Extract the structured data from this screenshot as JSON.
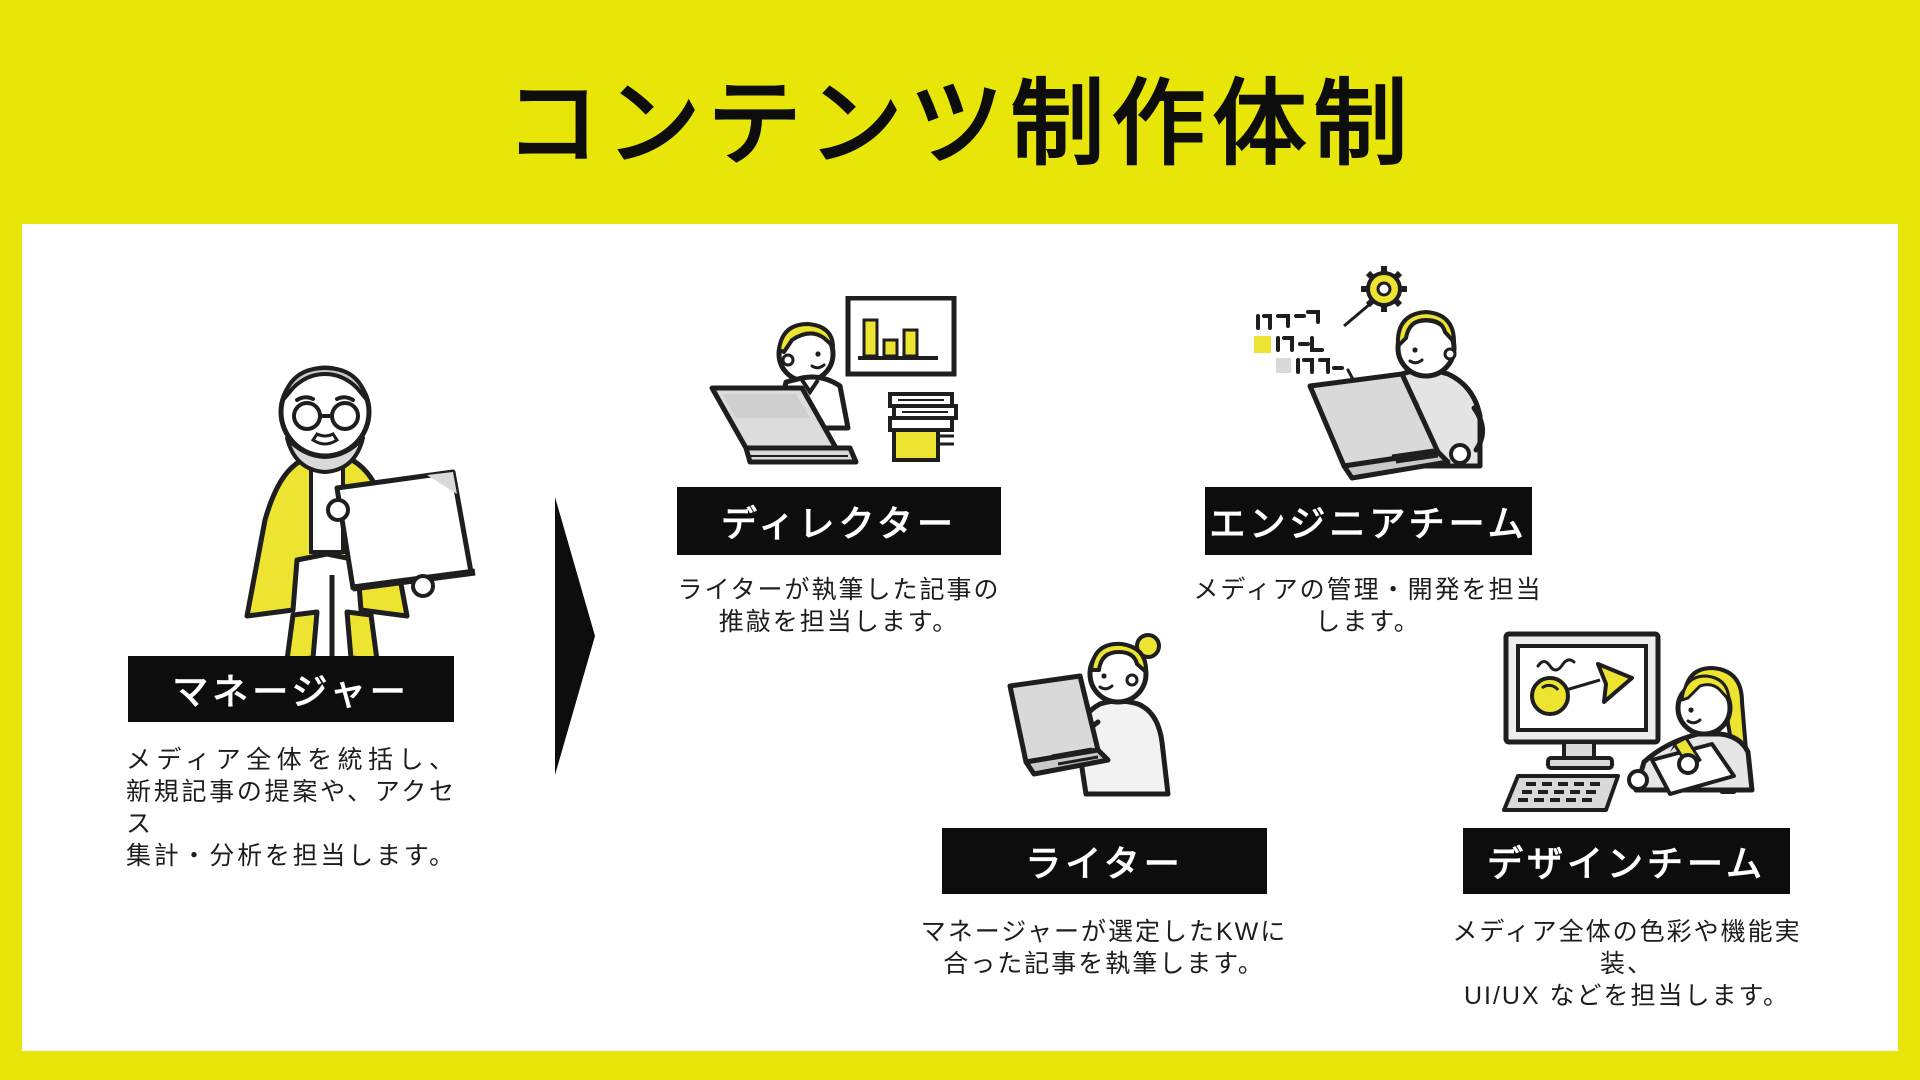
{
  "title": "コンテンツ制作体制",
  "colors": {
    "background": "#e8e509",
    "panel": "#ffffff",
    "label_background": "#0d0d0d",
    "label_text": "#ffffff",
    "body_text": "#1d1d1d",
    "illustration_accent": "#ede431",
    "illustration_gray": "#d9d9d9",
    "outline": "#1e1e1e"
  },
  "arrow": {
    "shape": "right-pointing-triangle",
    "color": "#0d0d0d"
  },
  "roles": {
    "manager": {
      "label": "マネージャー",
      "desc": [
        "メディア全体を統括し、",
        "新規記事の提案や、アクセス",
        "集計・分析を担当します。"
      ],
      "illustration": "older-man-with-glasses-holding-laptop"
    },
    "director": {
      "label": "ディレクター",
      "desc": [
        "ライターが執筆した記事の",
        "推敲を担当します。"
      ],
      "illustration": "person-at-laptop-with-bar-chart-board-and-books"
    },
    "engineer": {
      "label": "エンジニアチーム",
      "desc": [
        "メディアの管理・開発を担当",
        "します。"
      ],
      "illustration": "person-at-laptop-with-code-and-gear"
    },
    "writer": {
      "label": "ライター",
      "desc": [
        "マネージャーが選定したKWに",
        "合った記事を執筆します。"
      ],
      "illustration": "woman-with-bun-typing-on-laptop"
    },
    "design": {
      "label": "デザインチーム",
      "desc": [
        "メディア全体の色彩や機能実装、",
        "UI/UX などを担当します。"
      ],
      "illustration": "woman-drawing-with-pen-beside-monitor"
    }
  }
}
